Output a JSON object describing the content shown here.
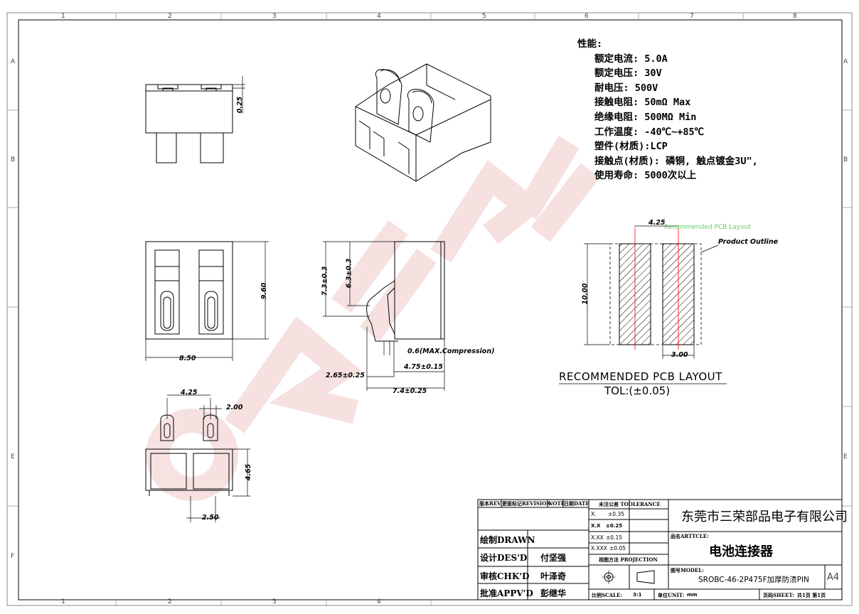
{
  "border": {
    "top_zones": [
      "1",
      "2",
      "3",
      "4",
      "5",
      "6",
      "7",
      "8"
    ],
    "bottom_zones": [
      "1",
      "2",
      "3",
      "4"
    ],
    "left_zones": [
      "A",
      "B",
      "E",
      "F"
    ],
    "right_zones": [
      "A",
      "B",
      "E"
    ]
  },
  "specs": {
    "heading": "性能:",
    "items": [
      "额定电流: 5.0A",
      "额定电压: 30V",
      "耐电压: 500V",
      "接触电阻: 50mΩ Max",
      "绝缘电阻: 500MΩ Min",
      "工作温度: -40℃~+85℃",
      "塑件(材质):LCP",
      "接触点(材质): 磷铜, 触点镀金3U\",",
      "使用寿命: 5000次以上"
    ]
  },
  "dimensions": {
    "top_view_height": "0.25",
    "front_height": "9.60",
    "front_width": "8.50",
    "side_7_3": "7.3±0.3",
    "side_6_3": "6.3±0.3",
    "side_compression": "0.6(MAX.Compression)",
    "side_4_75": "4.75±0.15",
    "side_2_65": "2.65±0.25",
    "side_7_4": "7.4±0.25",
    "bottom_pitch": "4.25",
    "bottom_pin": "2.00",
    "bottom_height": "4.65",
    "bottom_width": "2.50"
  },
  "pcb": {
    "pitch": "4.25",
    "label_green": "Recommended PCB Layout",
    "outline_label": "Product Outline",
    "height": "10.00",
    "pad_width": "3.00",
    "title": "RECOMMENDED PCB LAYOUT",
    "tolerance": "TOL:(±0.05)"
  },
  "title_block": {
    "rev_header": "版本REV.",
    "change_header": "更版标记REVISION",
    "note_header": "NOTE",
    "date_header": "日期DATE",
    "tol_header": "未注公差 TOOLERANCE",
    "tol_rows": [
      {
        "k": "X.",
        "v": "±0.35"
      },
      {
        "k": "X.X",
        "v": "±0.25"
      },
      {
        "k": "X.XX",
        "v": "±0.15"
      },
      {
        "k": "X.XXX",
        "v": "±0.05"
      }
    ],
    "projection": "视图方法 PROJECTION",
    "company": "东莞市三荣部品电子有限公司",
    "article_label": "品名ARTTCLE:",
    "article": "电池连接器",
    "model_label": "图号MODEL:",
    "model": "SROBC-46-2P475F加厚防渍PIN",
    "size": "A4",
    "drawn_label": "绘制DRAWN",
    "drawn": "",
    "des_label": "设计DES'D",
    "des": "付坚强",
    "chk_label": "审核CHK'D",
    "chk": "叶泽奇",
    "appv_label": "批准APPV'D",
    "appv": "彭继华",
    "scale_label": "比例SCALE:",
    "scale": "3:1",
    "unit_label": "单位UNIT:",
    "unit": "mm",
    "sheet_label": "页码SHEET:",
    "sheet": "共1页 第1页"
  },
  "colors": {
    "line": "#000000",
    "watermark": "#e8b9b9",
    "pcb_label": "#5fd35f",
    "centerline": "#ff0000"
  }
}
